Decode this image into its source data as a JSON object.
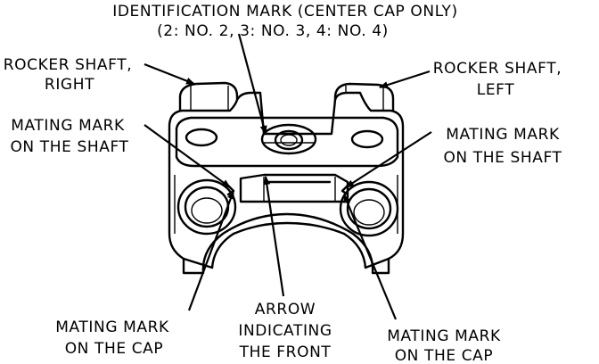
{
  "labels": {
    "identification_mark": "IDENTIFICATION MARK (CENTER CAP ONLY)",
    "identification_numbers": "(2: NO. 2, 3: NO. 3, 4: NO. 4)",
    "rocker_shaft_right_1": "ROCKER SHAFT,",
    "rocker_shaft_right_2": "RIGHT",
    "rocker_shaft_left_1": "ROCKER SHAFT,",
    "rocker_shaft_left_2": "LEFT",
    "mating_shaft_left_1": "MATING MARK",
    "mating_shaft_left_2": "ON THE SHAFT",
    "mating_shaft_right_1": "MATING MARK",
    "mating_shaft_right_2": "ON THE SHAFT",
    "mating_cap_left_1": "MATING MARK",
    "mating_cap_left_2": "ON THE CAP",
    "arrow_1": "ARROW",
    "arrow_2": "INDICATING",
    "arrow_3": "THE FRONT",
    "mating_cap_right_1": "MATING MARK",
    "mating_cap_right_2": "ON THE CAP"
  }
}
